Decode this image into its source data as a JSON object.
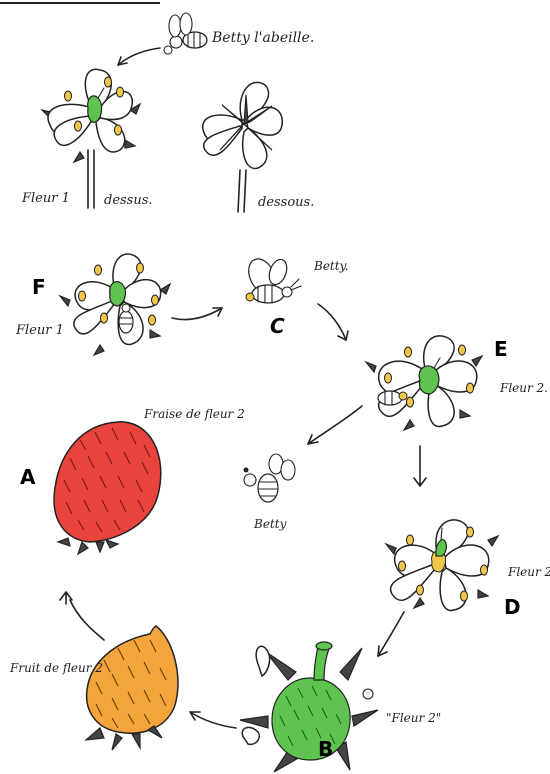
{
  "labels": {
    "betty_top": "Betty l'abeille.",
    "fleur1_top": "Fleur 1",
    "dessus": "dessus.",
    "dessous": "dessous.",
    "betty_c": "Betty.",
    "fleur1_f": "Fleur 1",
    "fleur2_e": "Fleur 2.",
    "fraise": "Fraise de fleur 2",
    "betty_mid": "Betty",
    "fleur2_d": "Fleur 2",
    "fruit": "Fruit de fleur 2",
    "fleur2_b": "\"Fleur 2\""
  },
  "letters": {
    "A": "A",
    "B": "B",
    "C": "C",
    "D": "D",
    "E": "E",
    "F": "F"
  },
  "colors": {
    "pistil_green": "#5fc44f",
    "stamen_yellow": "#f2c74a",
    "strawberry_red": "#e8433c",
    "fruit_orange": "#f3a43a"
  }
}
